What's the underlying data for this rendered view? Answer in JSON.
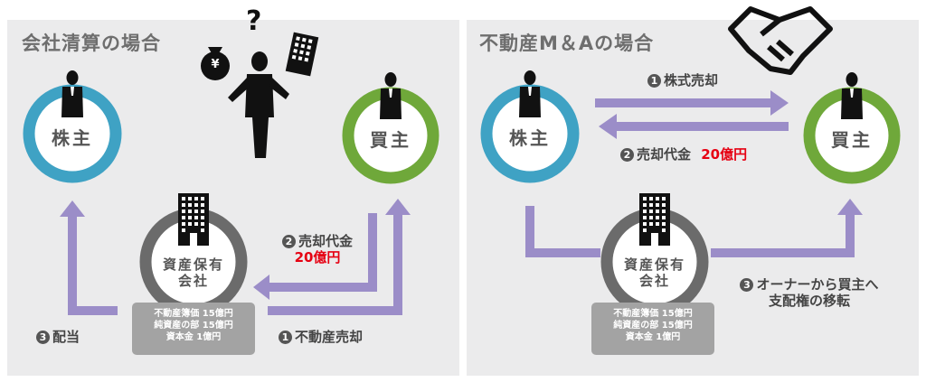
{
  "left": {
    "title": "会社清算の場合",
    "shareholder": "株主",
    "buyer": "買主",
    "company": [
      "資産保有",
      "会社"
    ],
    "info": [
      "不動産簿価 15億円",
      "純資産の部 15億円",
      "資本金 1億円"
    ],
    "step1": {
      "num": "1",
      "text": "不動産売却"
    },
    "step2": {
      "num": "2",
      "text": "売却代金",
      "amount": "20億円"
    },
    "step3": {
      "num": "3",
      "text": "配当"
    },
    "yen": "¥",
    "question": "?"
  },
  "right": {
    "title": "不動産M＆Aの場合",
    "shareholder": "株主",
    "buyer": "買主",
    "company": [
      "資産保有",
      "会社"
    ],
    "info": [
      "不動産簿価 15億円",
      "純資産の部 15億円",
      "資本金 1億円"
    ],
    "step1": {
      "num": "1",
      "text": "株式売却"
    },
    "step2": {
      "num": "2",
      "text": "売却代金",
      "amount": "20億円"
    },
    "step3": {
      "num": "3",
      "lines": [
        "オーナーから買主へ",
        "支配権の移転"
      ]
    }
  },
  "colors": {
    "panel_bg": "#ebebec",
    "shareholder_ring": "#3fa2c4",
    "buyer_ring": "#6fa83a",
    "company_ring": "#6b6b6b",
    "arrow": "#9b8dc8",
    "amount": "#e60012"
  }
}
